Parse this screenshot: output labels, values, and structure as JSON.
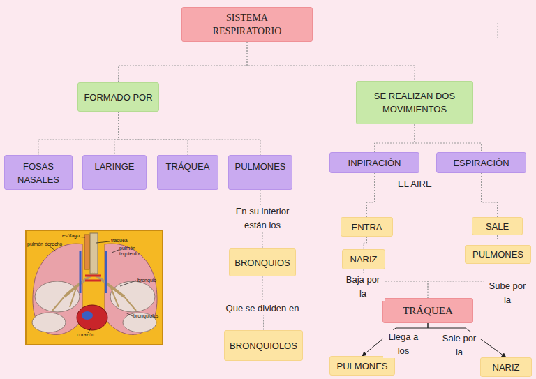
{
  "diagram": {
    "nodes": [
      {
        "text": [
          "SISTEMA RESPIRATORIO"
        ]
      },
      {
        "text": [
          "FORMADO POR"
        ]
      },
      {
        "text": [
          "SE REALIZAN DOS MOVIMIENTOS"
        ]
      },
      {
        "text": [
          "FOSAS NASALES"
        ]
      },
      {
        "text": [
          "LARINGE"
        ]
      },
      {
        "text": [
          "TRÁQUEA"
        ]
      },
      {
        "text": [
          "PULMONES"
        ]
      },
      {
        "text": [
          "INPIRACIÓN"
        ]
      },
      {
        "text": [
          "ESPIRACIÓN"
        ]
      },
      {
        "text": [
          "BRONQUIOS"
        ]
      },
      {
        "text": [
          "BRONQUIOLOS"
        ]
      },
      {
        "text": [
          "ENTRA"
        ]
      },
      {
        "text": [
          "SALE"
        ]
      },
      {
        "text": [
          "NARIZ"
        ]
      },
      {
        "text": [
          "PULMONES"
        ]
      },
      {
        "text": [
          "TRÁQUEA"
        ]
      },
      {
        "text": [
          "PULMONES"
        ]
      },
      {
        "text": [
          "NARIZ"
        ]
      }
    ],
    "edges": [
      {
        "from": 0,
        "to": 1,
        "arrow": "none"
      },
      {
        "from": 0,
        "to": 2,
        "arrow": "none"
      },
      {
        "from": 1,
        "to": 3,
        "arrow": "none"
      },
      {
        "from": 1,
        "to": 4,
        "arrow": "none"
      },
      {
        "from": 1,
        "to": 5,
        "arrow": "none"
      },
      {
        "from": 1,
        "to": 6,
        "arrow": "none"
      },
      {
        "from": 2,
        "to": 7,
        "arrow": "none"
      },
      {
        "from": 2,
        "to": 8,
        "arrow": "none"
      },
      {
        "from": 6,
        "to": 9,
        "label": "En su interior están los",
        "arrow": "none"
      },
      {
        "from": 9,
        "to": 10,
        "label": "Que se dividen en",
        "arrow": "none"
      },
      {
        "from": 7,
        "to": 11,
        "arrow": "none"
      },
      {
        "from": 8,
        "to": 12,
        "arrow": "none"
      },
      {
        "from": 11,
        "to": 13,
        "arrow": "none"
      },
      {
        "from": 12,
        "to": 14,
        "arrow": "none"
      },
      {
        "from": 13,
        "to": 15,
        "label": "Baja por la",
        "arrow": "none"
      },
      {
        "from": 14,
        "to": 15,
        "label": "Sube por la",
        "arrow": "none"
      },
      {
        "from": 15,
        "to": 16,
        "label": "Llega a los",
        "arrow": "to"
      },
      {
        "from": 15,
        "to": 17,
        "label": "Sale por la",
        "arrow": "to"
      }
    ],
    "labels": [
      "EL AIRE",
      "esófago",
      "tráquea",
      "pulmón derecho",
      "pulmón izquierdo",
      "bronquio",
      "bronquiolos",
      "corazón"
    ]
  }
}
